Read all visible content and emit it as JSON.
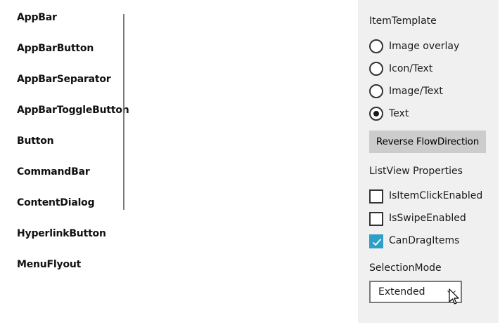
{
  "nav": {
    "items": [
      {
        "label": "AppBar"
      },
      {
        "label": "AppBarButton"
      },
      {
        "label": "AppBarSeparator"
      },
      {
        "label": "AppBarToggleButton"
      },
      {
        "label": "Button"
      },
      {
        "label": "CommandBar"
      },
      {
        "label": "ContentDialog"
      },
      {
        "label": "HyperlinkButton"
      },
      {
        "label": "MenuFlyout"
      }
    ]
  },
  "panel": {
    "item_template_label": "ItemTemplate",
    "radios": [
      {
        "label": "Image overlay",
        "selected": false
      },
      {
        "label": "Icon/Text",
        "selected": false
      },
      {
        "label": "Image/Text",
        "selected": false
      },
      {
        "label": "Text",
        "selected": true
      }
    ],
    "reverse_button_label": "Reverse FlowDirection",
    "listview_props_label": "ListView Properties",
    "checkboxes": [
      {
        "label": "IsItemClickEnabled",
        "checked": false
      },
      {
        "label": "IsSwipeEnabled",
        "checked": false
      },
      {
        "label": "CanDragItems",
        "checked": true
      }
    ],
    "selection_mode_label": "SelectionMode",
    "selection_mode_value": "Extended"
  },
  "colors": {
    "accent": "#2f9fc8",
    "panel_bg": "#f0f0f0",
    "button_bg": "#cccccc"
  },
  "icons": {
    "checkmark": "check-icon",
    "dropdown": "chevron-down-icon",
    "cursor": "mouse-pointer-icon"
  }
}
